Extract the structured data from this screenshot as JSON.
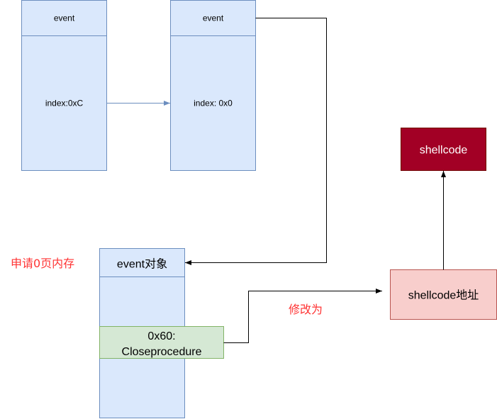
{
  "colors": {
    "box_fill": "#dae8fc",
    "box_stroke": "#6c8ebf",
    "field_fill": "#d5e8d4",
    "field_stroke": "#82b366",
    "shellcode_fill": "#a20025",
    "shellcode_stroke": "#6f0000",
    "addr_fill": "#f8cecc",
    "addr_stroke": "#b85450",
    "annotation": "#ff3333",
    "connector": "#000000"
  },
  "event1": {
    "header": "event",
    "body": "index:0xC"
  },
  "event2": {
    "header": "event",
    "body": "index: 0x0"
  },
  "event_object": {
    "header": "event对象",
    "field_line1": "0x60:",
    "field_line2": "Closeprocedure"
  },
  "annotations": {
    "alloc_zero_page": "申请0页内存",
    "modify_to": "修改为"
  },
  "shellcode_box": {
    "label": "shellcode"
  },
  "shellcode_addr_box": {
    "label": "shellcode地址"
  }
}
